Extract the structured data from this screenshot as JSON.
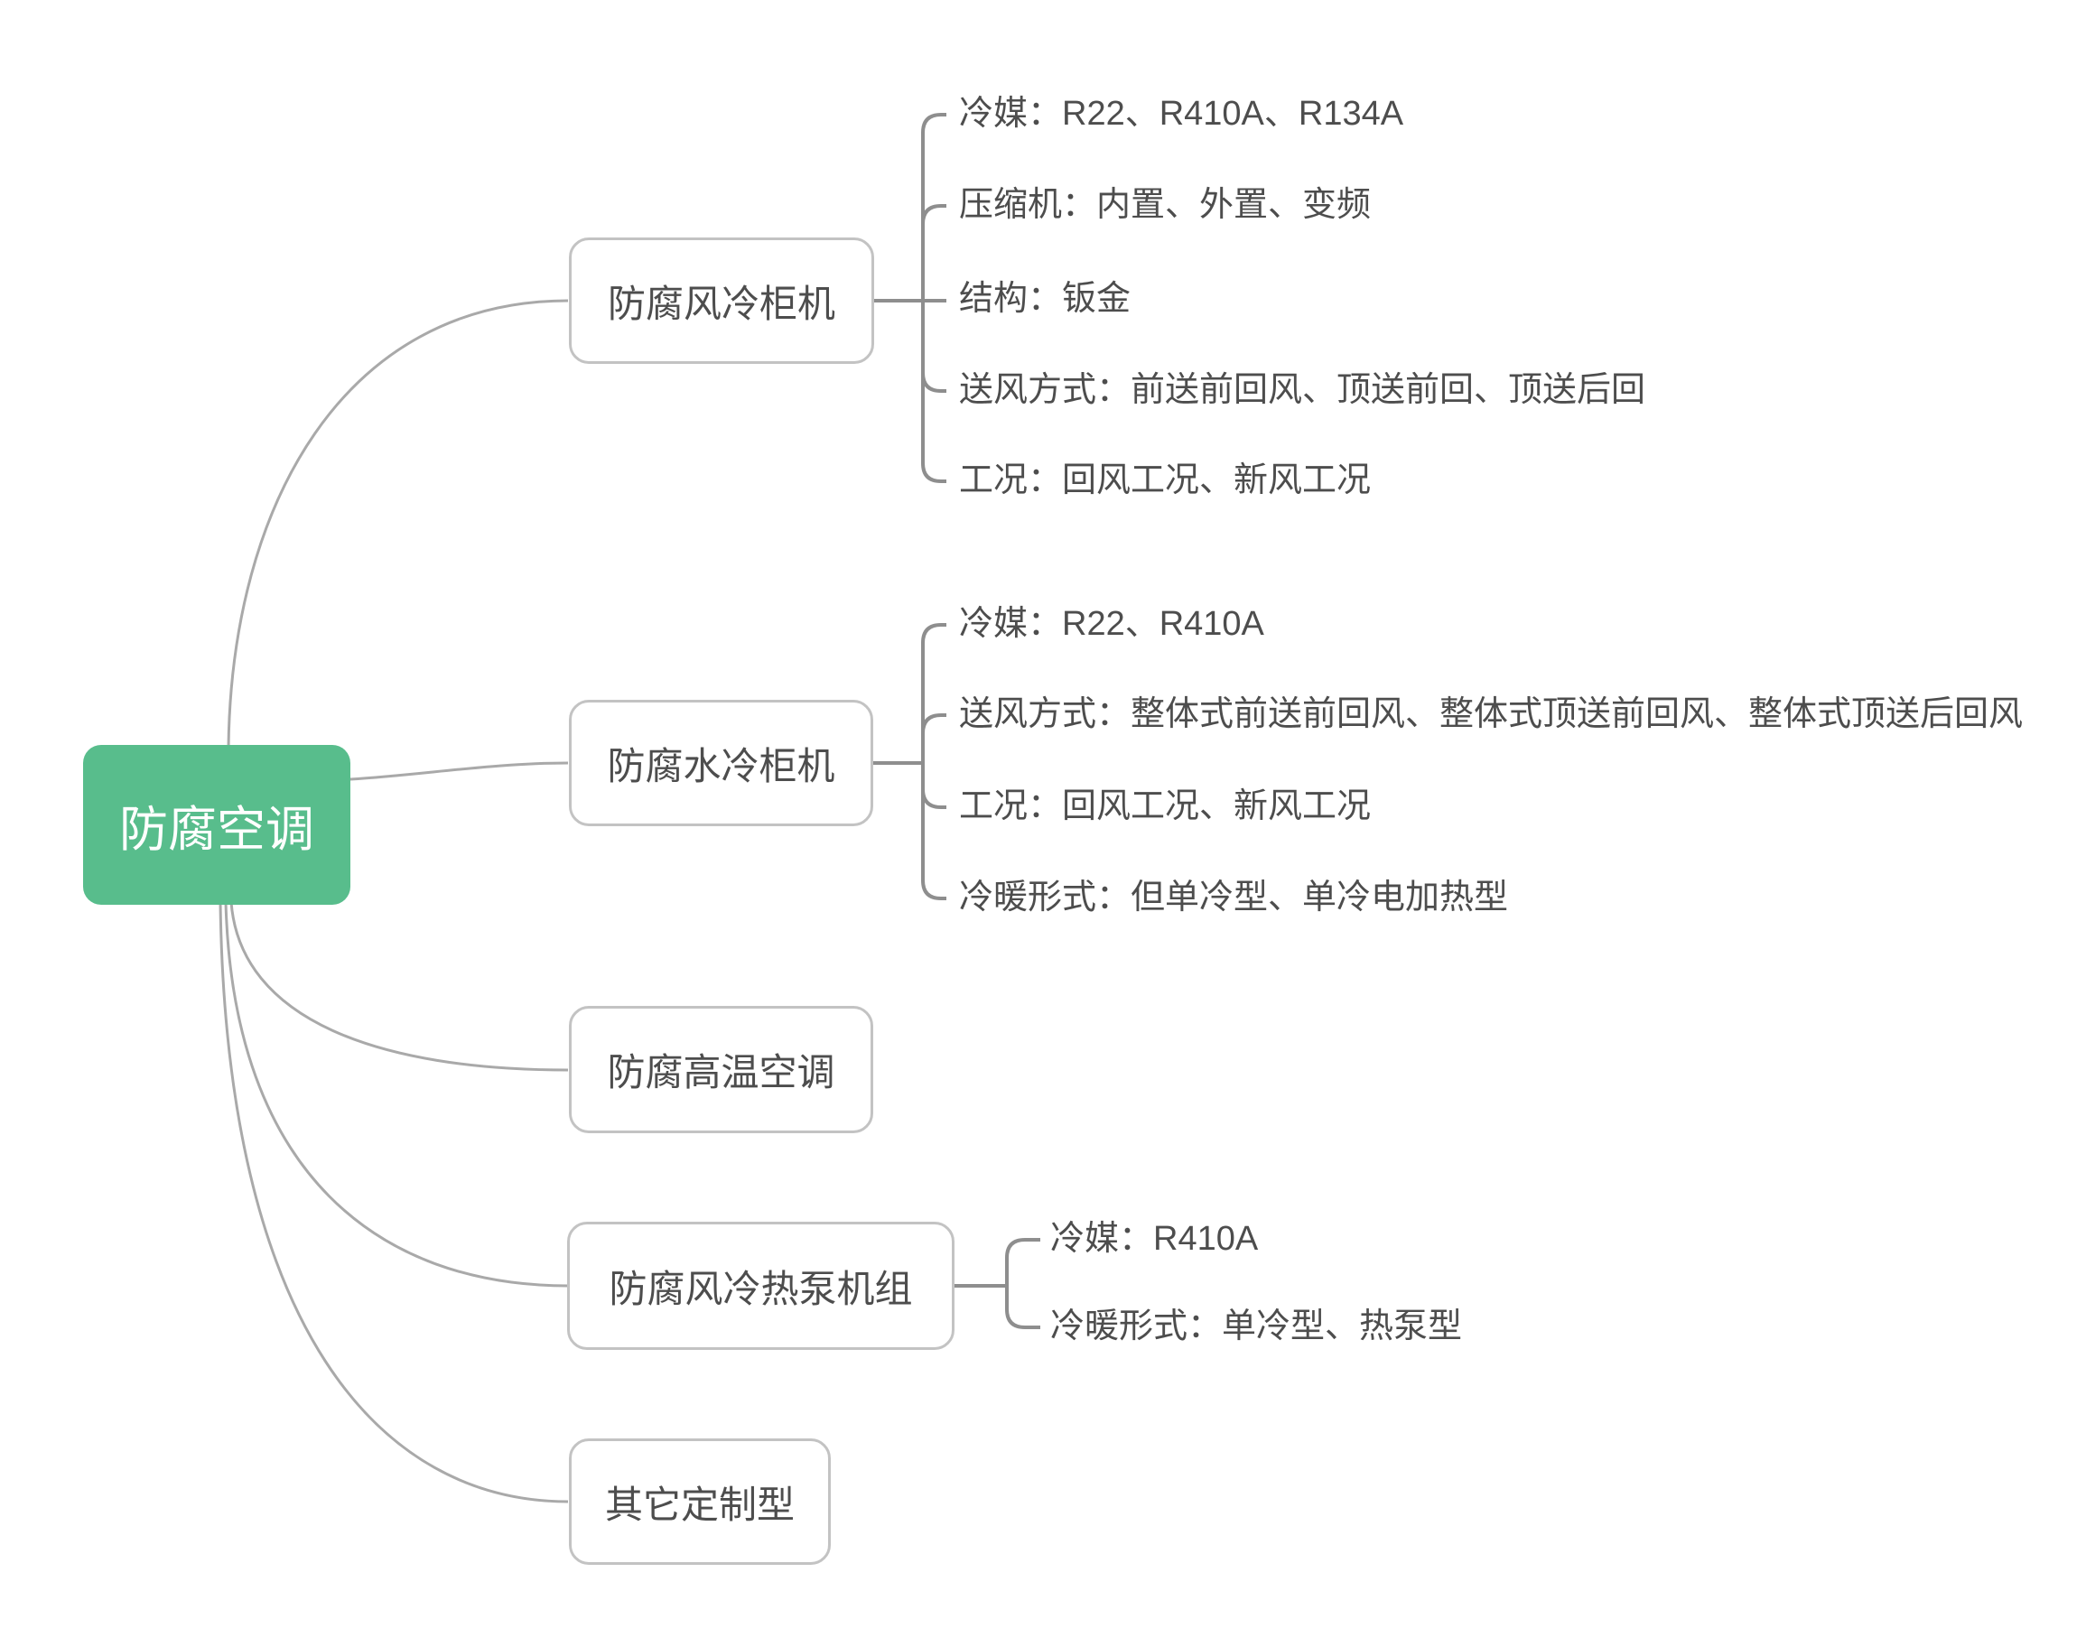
{
  "root": {
    "label": "防腐空调"
  },
  "colors": {
    "root_bg": "#58bd8c",
    "root_text": "#ffffff",
    "node_border": "#c3c3c3",
    "node_text": "#4d4d4d",
    "leaf_text": "#4d4d4d",
    "curve_line": "#a9a9a9",
    "hook_line": "#8e8e8e"
  },
  "branches": [
    {
      "label": "防腐风冷柜机",
      "leaves": [
        "冷媒：R22、R410A、R134A",
        "压缩机：内置、外置、变频",
        "结构：钣金",
        "送风方式：前送前回风、顶送前回、顶送后回",
        "工况：回风工况、新风工况"
      ]
    },
    {
      "label": "防腐水冷柜机",
      "leaves": [
        "冷媒：R22、R410A",
        "送风方式：整体式前送前回风、整体式顶送前回风、整体式顶送后回风",
        "工况：回风工况、新风工况",
        "冷暖形式：但单冷型、单冷电加热型"
      ]
    },
    {
      "label": "防腐高温空调",
      "leaves": []
    },
    {
      "label": "防腐风冷热泵机组",
      "leaves": [
        "冷媒：R410A",
        "冷暖形式：单冷型、热泵型"
      ]
    },
    {
      "label": "其它定制型",
      "leaves": []
    }
  ]
}
